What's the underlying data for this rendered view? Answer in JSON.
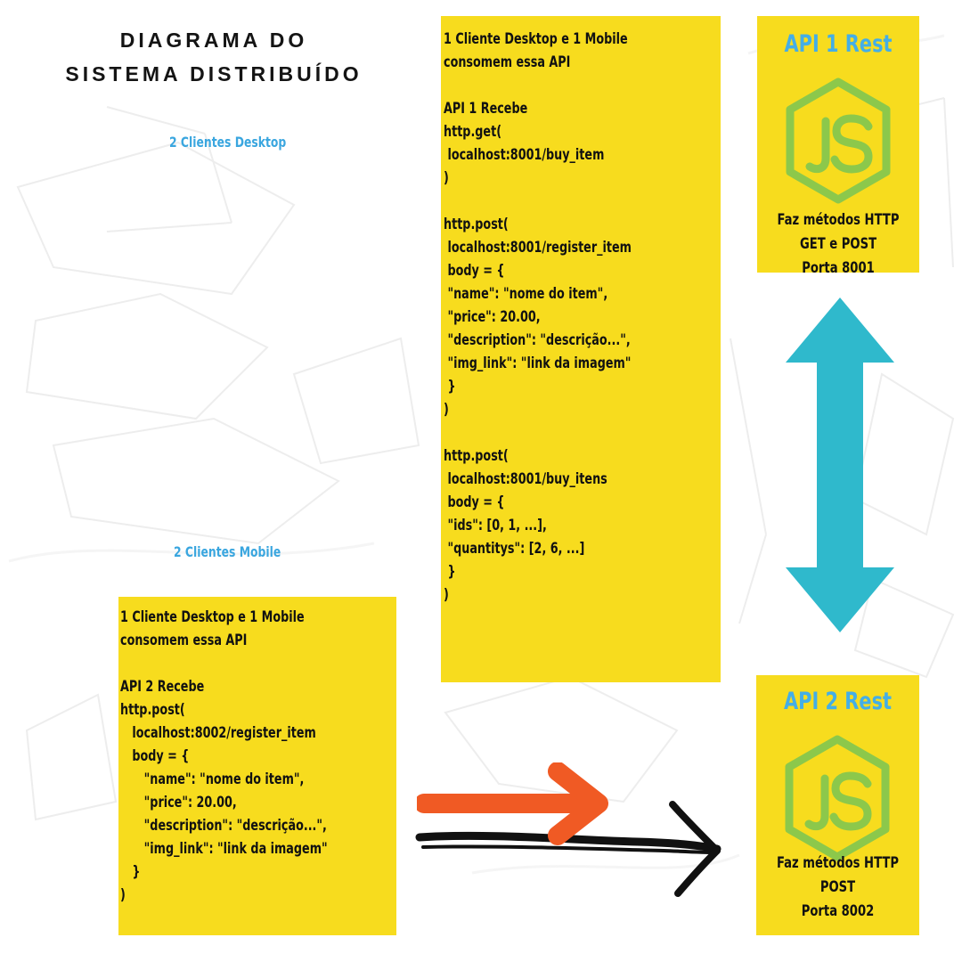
{
  "header": {
    "title_line1": "DIAGRAMA DO",
    "title_line2": "SISTEMA DISTRIBUÍDO"
  },
  "clients": {
    "desktop_label": "2 Clientes Desktop",
    "mobile_label": "2 Clientes Mobile"
  },
  "api1_box": {
    "lines": [
      "1 Cliente Desktop e 1 Mobile",
      "consomem essa API",
      "",
      "API 1 Recebe",
      "http.get(",
      " localhost:8001/buy_item",
      ")",
      "",
      "http.post(",
      " localhost:8001/register_item",
      " body = {",
      " \"name\": \"nome do item\",",
      " \"price\": 20.00,",
      " \"description\": \"descrição...\",",
      " \"img_link\": \"link da imagem\"",
      " }",
      ")",
      "",
      "http.post(",
      " localhost:8001/buy_itens",
      " body = {",
      " \"ids\": [0, 1, ...],",
      " \"quantitys\": [2, 6, ...]",
      " }",
      ")"
    ]
  },
  "api2_box": {
    "lines": [
      "1 Cliente Desktop e 1 Mobile",
      "consomem essa API",
      "",
      "API 2 Recebe",
      "http.post(",
      "   localhost:8002/register_item",
      "   body = {",
      "      \"name\": \"nome do item\",",
      "      \"price\": 20.00,",
      "      \"description\": \"descrição...\",",
      "      \"img_link\": \"link da imagem\"",
      "   }",
      ")"
    ]
  },
  "api1_card": {
    "title": "API 1 Rest",
    "desc_line1": "Faz métodos HTTP",
    "desc_line2": "GET e POST",
    "desc_line3": "Porta 8001"
  },
  "api2_card": {
    "title": "API 2 Rest",
    "desc_line1": "Faz métodos HTTP",
    "desc_line2": "POST",
    "desc_line3": "Porta 8002"
  },
  "colors": {
    "yellow": "#f7dc1e",
    "blue_label": "#3aa6df",
    "api_title_blue": "#44aee6",
    "nodejs_green": "#8cc84b",
    "arrow_teal": "#2fb9cc",
    "arrow_orange": "#f05a24",
    "arrow_black": "#111111"
  },
  "icons": {
    "api_logo": "nodejs-js-hexagon-icon",
    "vertical_arrow": "double-headed-arrow-icon",
    "orange_arrow": "right-arrow-icon",
    "black_arrow": "hand-drawn-right-arrow-icon"
  }
}
